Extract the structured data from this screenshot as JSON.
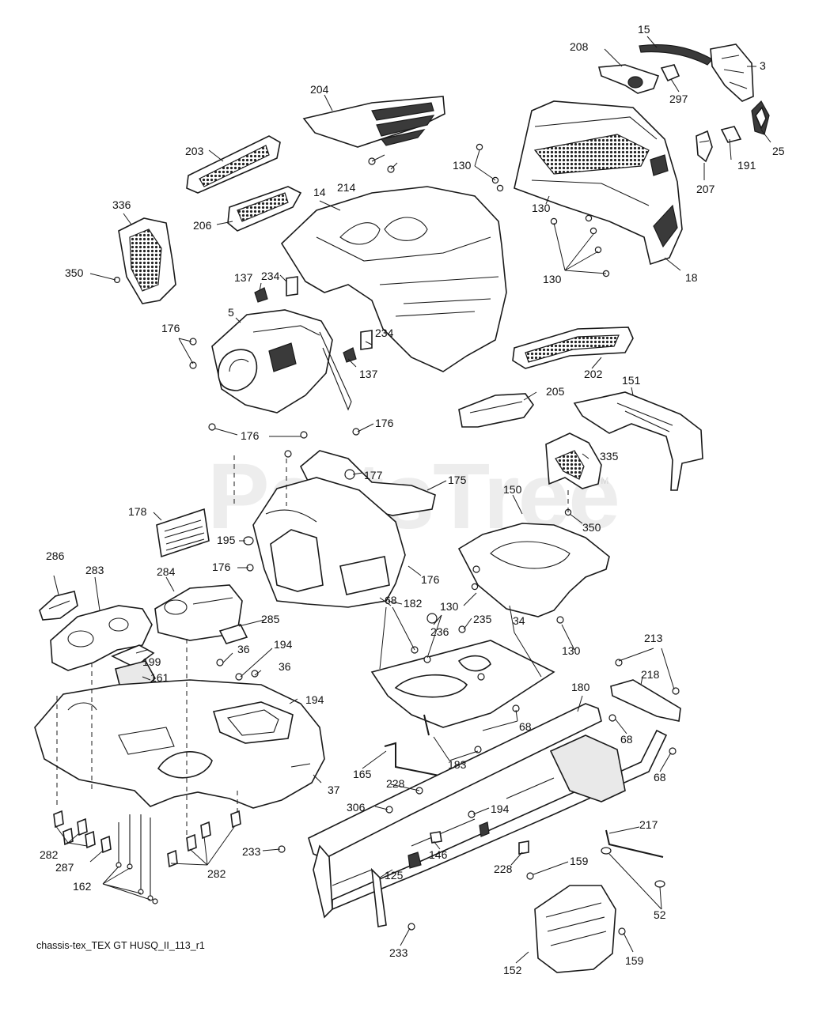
{
  "diagram": {
    "footer_caption": "chassis-tex_TEX GT HUSQ_II_113_r1",
    "watermark": {
      "text": "PartsTree",
      "mark": "TM"
    },
    "callouts": [
      "15",
      "208",
      "3",
      "297",
      "25",
      "191",
      "207",
      "204",
      "130",
      "203",
      "214",
      "14",
      "130",
      "206",
      "336",
      "130",
      "18",
      "350",
      "137",
      "234",
      "5",
      "176",
      "234",
      "137",
      "202",
      "205",
      "176",
      "151",
      "176",
      "335",
      "177",
      "175",
      "150",
      "350",
      "178",
      "195",
      "176",
      "286",
      "283",
      "284",
      "176",
      "130",
      "182",
      "235",
      "34",
      "285",
      "68",
      "236",
      "36",
      "194",
      "36",
      "199",
      "161",
      "130",
      "213",
      "194",
      "218",
      "180",
      "68",
      "68",
      "37",
      "183",
      "68",
      "165",
      "228",
      "306",
      "194",
      "217",
      "146",
      "282",
      "287",
      "233",
      "282",
      "125",
      "228",
      "159",
      "162",
      "52",
      "233",
      "159",
      "152"
    ]
  }
}
